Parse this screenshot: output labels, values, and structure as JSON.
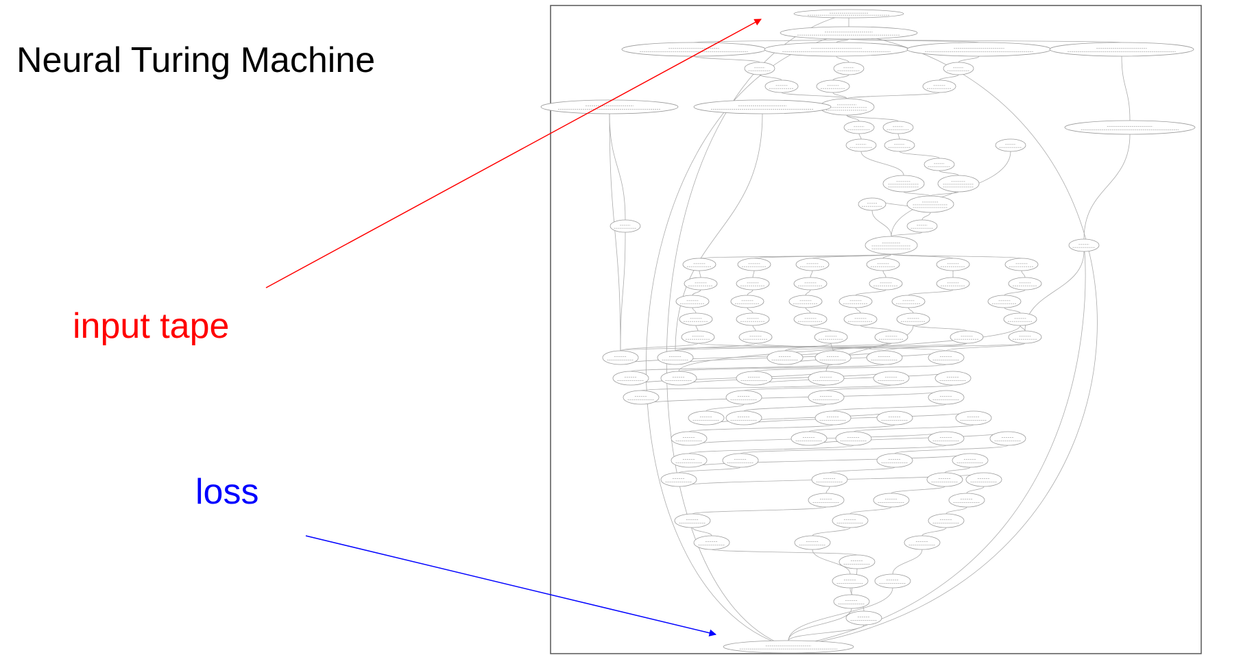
{
  "slide": {
    "title": "Neural Turing Machine"
  },
  "annotations": [
    {
      "id": "input",
      "text": "input tape",
      "color": "#ff0000"
    },
    {
      "id": "loss",
      "text": "loss",
      "color": "#0000ff"
    }
  ],
  "graph": {
    "frame_color": "#555555",
    "node_color": "#999999",
    "edge_color": "#aaaaaa"
  }
}
